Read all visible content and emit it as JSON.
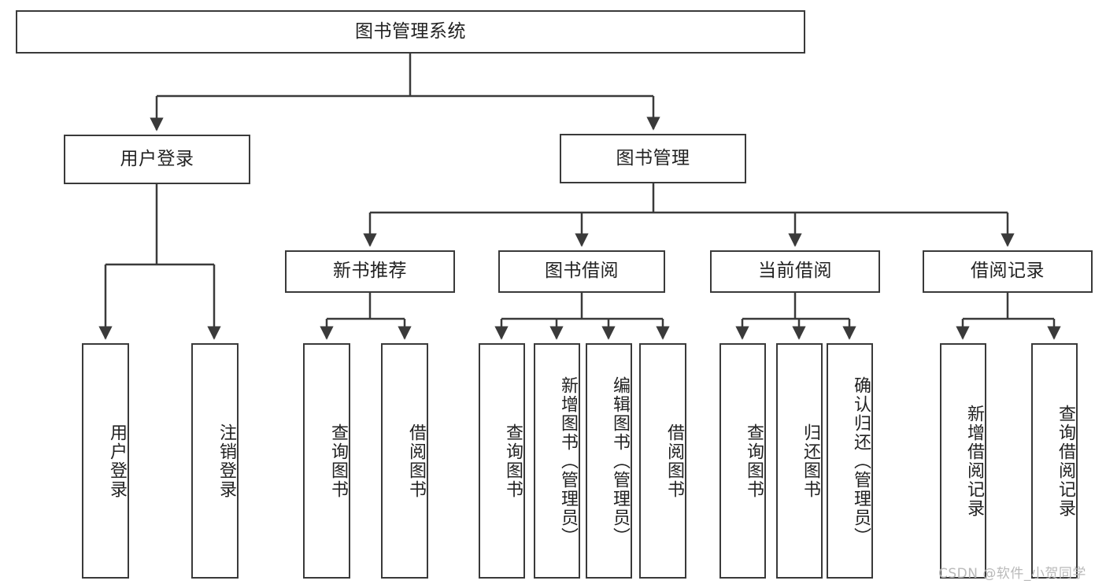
{
  "diagram": {
    "title": "图书管理系统",
    "type": "tree-hierarchy",
    "root": {
      "label": "图书管理系统"
    },
    "level2": [
      {
        "label": "用户登录"
      },
      {
        "label": "图书管理"
      }
    ],
    "level3": [
      {
        "label": "新书推荐"
      },
      {
        "label": "图书借阅"
      },
      {
        "label": "当前借阅"
      },
      {
        "label": "借阅记录"
      }
    ],
    "leaves": {
      "user_login": [
        {
          "label": "用户登录"
        },
        {
          "label": "注销登录"
        }
      ],
      "new_book_recommend": [
        {
          "label": "查询图书"
        },
        {
          "label": "借阅图书"
        }
      ],
      "book_borrow": [
        {
          "label": "查询图书"
        },
        {
          "label": "新增图书（管理员）"
        },
        {
          "label": "编辑图书（管理员）"
        },
        {
          "label": "借阅图书"
        }
      ],
      "current_borrow": [
        {
          "label": "查询图书"
        },
        {
          "label": "归还图书"
        },
        {
          "label": "确认归还（管理员）"
        }
      ],
      "borrow_record": [
        {
          "label": "新增借阅记录"
        },
        {
          "label": "查询借阅记录"
        }
      ]
    }
  },
  "watermark": {
    "text": "CSDN @软件_小贺同学"
  },
  "colors": {
    "stroke": "#3a3a3a",
    "background": "#ffffff",
    "text": "#222222",
    "watermark": "#b9b9b9"
  }
}
